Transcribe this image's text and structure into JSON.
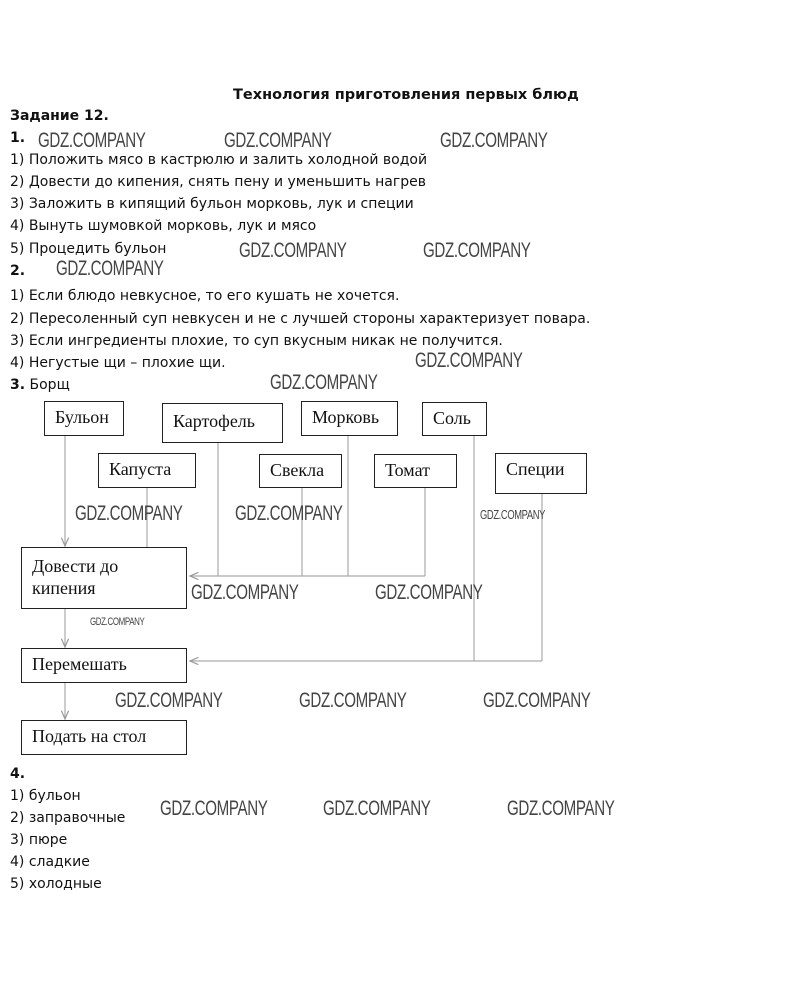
{
  "title": "Технология приготовления первых блюд",
  "task": "Задание 12.",
  "section1": {
    "num": "1.",
    "items": [
      "1) Положить мясо в кастрюлю и залить холодной водой",
      "2) Довести до кипения, снять пену и уменьшить нагрев",
      "3) Заложить в кипящий бульон морковь, лук и специи",
      "4) Вынуть шумовкой морковь, лук и мясо",
      "5) Процедить бульон"
    ]
  },
  "section2": {
    "num": "2.",
    "items": [
      "1) Если блюдо невкусное, то его кушать не хочется.",
      "2) Пересоленный суп невкусен и не с лучшей стороны характеризует повара.",
      "3) Если ингредиенты плохие, то суп вкусным никак не получится.",
      "4) Негустые щи – плохие щи."
    ]
  },
  "section3": {
    "num": "3.",
    "title": "Борщ",
    "ingredients": [
      "Бульон",
      "Картофель",
      "Морковь",
      "Соль",
      "Капуста",
      "Свекла",
      "Томат",
      "Специи"
    ],
    "steps": [
      "Довести до кипения",
      "Перемешать",
      "Подать на стол"
    ]
  },
  "section4": {
    "num": "4.",
    "items": [
      "1) бульон",
      "2) заправочные",
      "3) пюре",
      "4) сладкие",
      "5) холодные"
    ]
  },
  "watermark": "GDZ.COMPANY"
}
